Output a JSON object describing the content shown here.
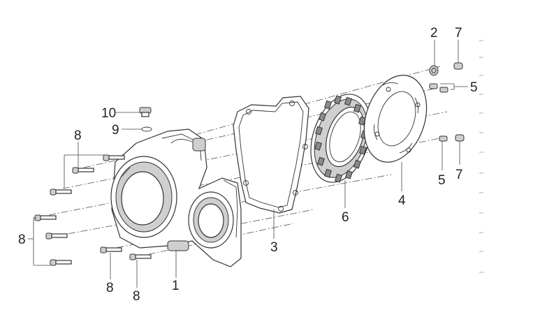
{
  "callouts": {
    "c1": "1",
    "c2": "2",
    "c3": "3",
    "c4": "4",
    "c5_top": "5",
    "c5_bottom": "5",
    "c6": "6",
    "c7_top": "7",
    "c7_bottom": "7",
    "c8_left": "8",
    "c8_upper": "8",
    "c8_lower_a": "8",
    "c8_lower_b": "8",
    "c9": "9",
    "c10": "10"
  }
}
